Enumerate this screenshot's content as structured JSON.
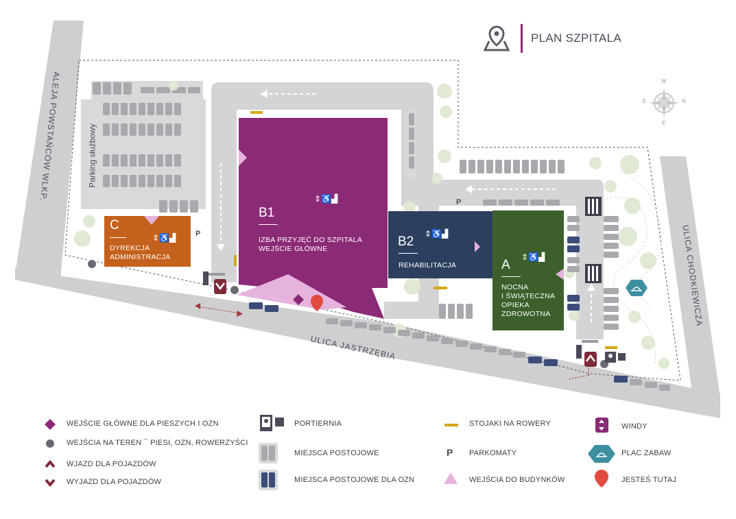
{
  "header": {
    "title": "PLAN SZPITALA",
    "icon": "map-pin-icon"
  },
  "compass": {
    "n": "N",
    "s": "S",
    "e": "E",
    "w": "W"
  },
  "streets": {
    "aleja": "ALEJA POWSTAŃCÓW WLKP.",
    "jastrzebia": "ULICA JASTRZĘBIA",
    "chodkiewicza": "ULICA CHODKIEWICZA"
  },
  "parking_label": "Parking służbowy",
  "parkomat_char": "P",
  "buildings": {
    "b1": {
      "letter": "B1",
      "line1": "IZBA PRZYJĘĆ DO SZPITALA",
      "line2": "WEJŚCIE GŁÓWNE",
      "color": "#8b2a77"
    },
    "b2": {
      "letter": "B2",
      "line1": "REHABILITACJA",
      "color": "#2d3f5f"
    },
    "a": {
      "letter": "A",
      "line1": "NOCNA",
      "line2": "I ŚWIĄTECZNA",
      "line3": "OPIEKA",
      "line4": "ZDROWOTNA",
      "color": "#3c5f2c"
    },
    "c": {
      "letter": "C",
      "line1": "DYREKCJA",
      "line2": "ADMINISTRACJA",
      "color": "#c4611c"
    }
  },
  "colors": {
    "road": "#cfcfd1",
    "parking": "#d9d9db",
    "spot": "#a8a9ad",
    "ozn": "#3b4b7a",
    "tree": "#dfe9d3",
    "bike": "#d5a816",
    "entry": "#e6b3dc",
    "pin": "#e24b3f",
    "marker": "#8a2a76",
    "vehicle": "#7d2b3b",
    "play": "#3d8fa0"
  },
  "legend": [
    {
      "icon": "diamond-icon",
      "text": "WEJŚCIE GŁÓWNE DLA PIESZYCH I OZN"
    },
    {
      "icon": "circle-dot-icon",
      "text": "WEJŚCIA NA TEREN ¯ PIESI, OZN, ROWERZYŚCI"
    },
    {
      "icon": "chevron-up-icon",
      "text": "WJAZD DLA POJAZDÓW"
    },
    {
      "icon": "chevron-down-icon",
      "text": "WYJAZD DLA POJAZDÓW"
    },
    {
      "icon": "porter-icon",
      "text": "PORTIERNIA"
    },
    {
      "icon": "parking-spot-icon",
      "text": "MIEJSCA POSTOJOWE"
    },
    {
      "icon": "ozn-spot-icon",
      "text": "MIEJSCA POSTOJOWE DLA OZN"
    },
    {
      "icon": "bike-rack-icon",
      "text": "STOJAKI NA ROWERY"
    },
    {
      "icon": "parkomat-icon",
      "text": "PARKOMATY",
      "glyph": "P"
    },
    {
      "icon": "triangle-icon",
      "text": "WEJŚCIA DO BUDYNKÓW"
    },
    {
      "icon": "elevator-icon",
      "text": "WINDY"
    },
    {
      "icon": "playground-icon",
      "text": "PLAC ZABAW"
    },
    {
      "icon": "location-pin-icon",
      "text": "JESTEŚ TUTAJ"
    }
  ]
}
